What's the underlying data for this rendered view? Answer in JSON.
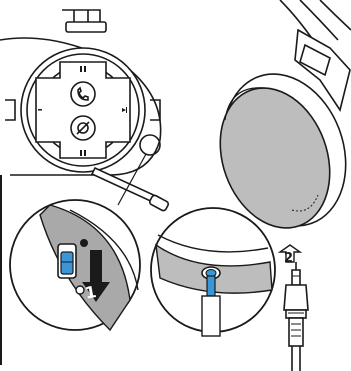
{
  "figure": {
    "kind": "headset-cable-connection-illustration",
    "steps": [
      {
        "number": "1",
        "action": "slide-switch-down"
      },
      {
        "number": "2",
        "action": "push-plug-up"
      }
    ],
    "colors": {
      "line": "#1a1a1a",
      "accent_blue": "#3a96d6",
      "ear_cushion": "#bdbdbd",
      "arrow_fill": "#1a1a1a",
      "cable_band": "#a9a9a9"
    },
    "icons": [
      "play-pause-icon",
      "call-icon",
      "mute-icon",
      "next-track-icon",
      "prev-track-icon",
      "arrow-down-icon",
      "arrow-up-icon"
    ]
  }
}
